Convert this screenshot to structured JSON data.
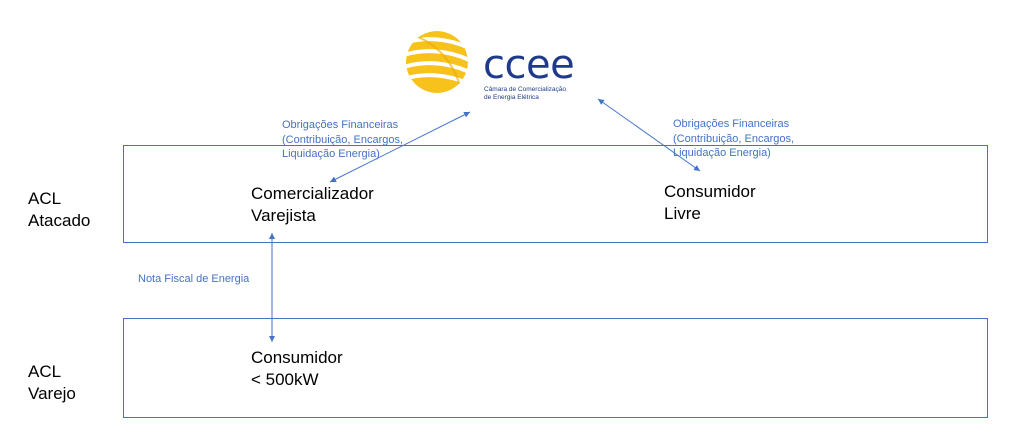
{
  "logo": {
    "wordmark": "ccee",
    "subtitle": "Câmara de Comercialização\nde Energia Elétrica"
  },
  "colors": {
    "box_border": "#4472c4",
    "note_text": "#4472c4",
    "logo_text": "#1f3a8a",
    "logo_sun": "#f5b800"
  },
  "segments": {
    "atacado_label": "ACL\nAtacado",
    "varejo_label": "ACL\nVarejo"
  },
  "entities": {
    "comercializador": "Comercializador\nVarejista",
    "consumidor_livre": "Consumidor\nLivre",
    "consumidor_small": "Consumidor\n< 500kW"
  },
  "annotations": {
    "obligations_left": "Obrigações Financeiras\n(Contribuição, Encargos,\nLiquidação Energia)",
    "obligations_right": "Obrigações Financeiras\n(Contribuição, Encargos,\nLiquidação Energia)",
    "nota_fiscal": "Nota Fiscal de Energia"
  }
}
